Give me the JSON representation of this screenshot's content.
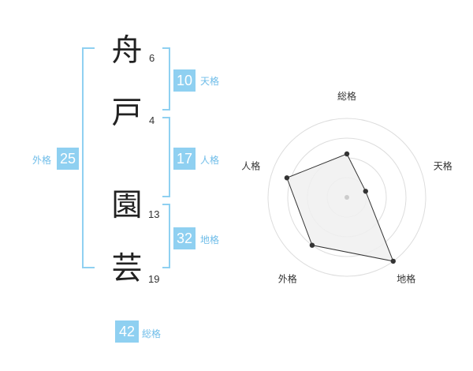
{
  "name": {
    "characters": [
      {
        "char": "舟",
        "strokes": "6"
      },
      {
        "char": "戸",
        "strokes": "4"
      },
      {
        "char": "園",
        "strokes": "13"
      },
      {
        "char": "芸",
        "strokes": "19"
      }
    ]
  },
  "fortunes": {
    "tenkaku": {
      "value": "10",
      "label": "天格"
    },
    "jinkaku": {
      "value": "17",
      "label": "人格"
    },
    "chikaku": {
      "value": "32",
      "label": "地格"
    },
    "gaikaku": {
      "value": "25",
      "label": "外格"
    },
    "soukaku": {
      "value": "42",
      "label": "総格"
    }
  },
  "chart_data": {
    "type": "radar",
    "axes": [
      "総格",
      "天格",
      "地格",
      "外格",
      "人格"
    ],
    "values": [
      42,
      10,
      32,
      25,
      17
    ],
    "normalized": [
      0.55,
      0.25,
      1.0,
      0.75,
      0.8
    ],
    "rings": 4,
    "colors": {
      "fill": "#f0f0f0",
      "stroke": "#333333",
      "grid": "#dddddd",
      "accent": "#8fd0f1"
    }
  }
}
